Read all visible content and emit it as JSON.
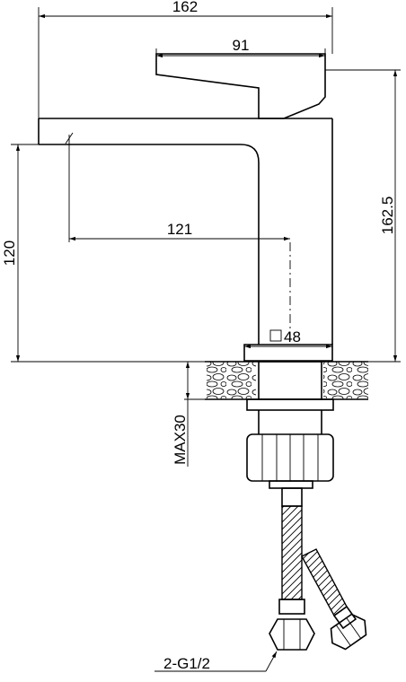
{
  "dimensions": {
    "overall_width": "162",
    "handle_length": "91",
    "overall_height": "162.5",
    "spout_height": "120",
    "spout_reach": "121",
    "body_square": "48",
    "max_deck_thickness": "MAX30",
    "connection_thread": "2-G1/2"
  },
  "symbols": {
    "square_symbol": "square-section-icon"
  }
}
